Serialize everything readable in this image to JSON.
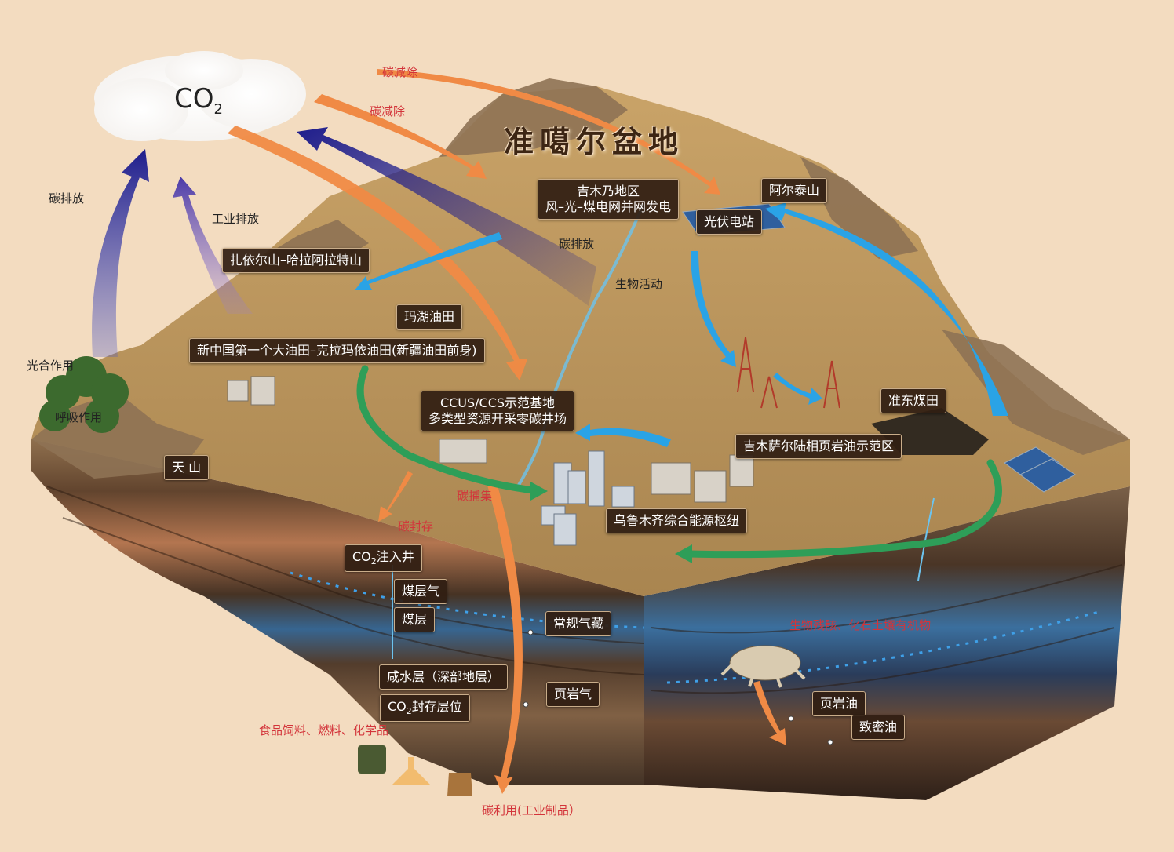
{
  "title": "准噶尔盆地",
  "cloud_label": "CO",
  "cloud_sub": "2",
  "plain_labels": {
    "carbon_emission_left": "碳排放",
    "industrial_emission": "工业排放",
    "photosynthesis": "光合作用",
    "respiration": "呼吸作用",
    "carbon_emission_center": "碳排放",
    "biological_activity": "生物活动"
  },
  "red_labels": {
    "carbon_removal_1": "碳减除",
    "carbon_removal_2": "碳减除",
    "carbon_storage": "碳封存",
    "carbon_capture": "碳捕集",
    "bio_remains": "生物残骸、化石土壤有机物",
    "products": "食品饲料、燃料、化学品",
    "carbon_use": "碳利用(工业制品）"
  },
  "boxes": {
    "jimunai_line1": "吉木乃地区",
    "jimunai_line2": "风–光–煤电网并网发电",
    "altay": "阿尔泰山",
    "pv_station": "光伏电站",
    "zhayier": "扎依尔山–哈拉阿拉特山",
    "mahu": "玛湖油田",
    "karamay": "新中国第一个大油田–克拉玛依油田(新疆油田前身)",
    "ccus_line1": "CCUS/CCS示范基地",
    "ccus_line2": "多类型资源开采零碳井场",
    "zhundong_coal": "准东煤田",
    "jimsar": "吉木萨尔陆相页岩油示范区",
    "tianshan": "天 山",
    "urumqi": "乌鲁木齐综合能源枢纽",
    "co2_injection_pre": "CO",
    "co2_injection_sub": "2",
    "co2_injection_post": "注入井",
    "coalbed_gas": "煤层气",
    "coal_seam": "煤层",
    "conventional_gas": "常规气藏",
    "saline_aquifer": "咸水层（深部地层）",
    "co2_storage_pre": "CO",
    "co2_storage_sub": "2",
    "co2_storage_post": "封存层位",
    "shale_gas": "页岩气",
    "shale_oil": "页岩油",
    "tight_oil": "致密油"
  },
  "colors": {
    "background": "#f3dcc0",
    "emission_arrow": "#1e1d8c",
    "removal_arrow": "#f08a45",
    "water_arrow": "#2aa3e6",
    "cycle_arrow": "#2e9e58",
    "label_box": "#301e12",
    "red_text": "#d3343a"
  }
}
